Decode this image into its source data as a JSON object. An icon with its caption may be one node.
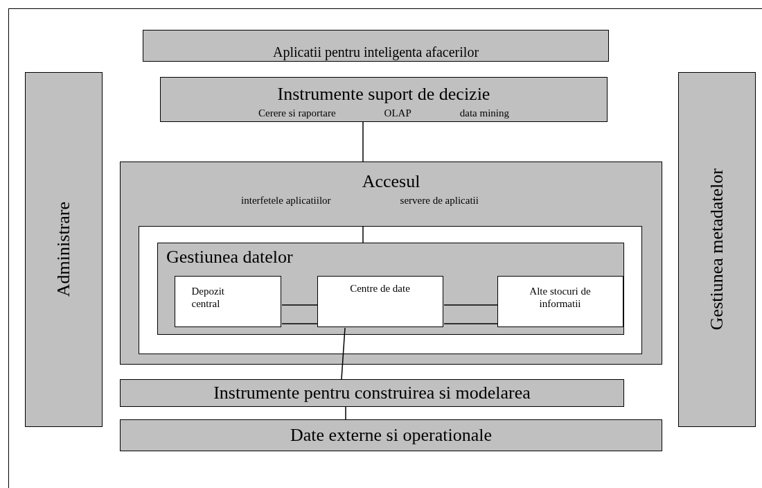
{
  "diagram": {
    "nodes": [
      {
        "text": [
          "Aplicatii pentru inteligenta afacerilor"
        ]
      },
      {
        "text": [
          "Administrare"
        ]
      },
      {
        "text": [
          "Instrumente suport de decizie",
          "Cerere si raportare",
          "OLAP",
          "data mining"
        ]
      },
      {
        "text": [
          "Gestiunea metadatelor"
        ]
      },
      {
        "text": [
          "Accesul",
          "interfetele aplicatiilor",
          "servere de aplicatii"
        ]
      },
      {
        "text": [],
        "shape": "box",
        "in": 4
      },
      {
        "text": [
          "Gestiunea datelor"
        ],
        "in": 5
      },
      {
        "text": [
          "Depozit central"
        ],
        "in": 6
      },
      {
        "text": [
          "Centre de date"
        ],
        "in": 6
      },
      {
        "text": [
          "Alte stocuri de informatii"
        ],
        "in": 6
      },
      {
        "text": [
          "Instrumente pentru construirea si modelarea"
        ]
      },
      {
        "text": [
          "Date externe si operationale"
        ]
      }
    ],
    "edges": [
      {
        "from": 2,
        "to": 4,
        "arrow": "none"
      },
      {
        "from": 5,
        "to": 6,
        "arrow": "none"
      },
      {
        "from": 7,
        "to": 8,
        "arrow": "none"
      },
      {
        "from": 7,
        "to": 8,
        "arrow": "none"
      },
      {
        "from": 8,
        "to": 9,
        "arrow": "none"
      },
      {
        "from": 8,
        "to": 9,
        "arrow": "none"
      },
      {
        "from": 8,
        "to": 10,
        "arrow": "none"
      },
      {
        "from": 10,
        "to": 11,
        "arrow": "none"
      }
    ]
  }
}
